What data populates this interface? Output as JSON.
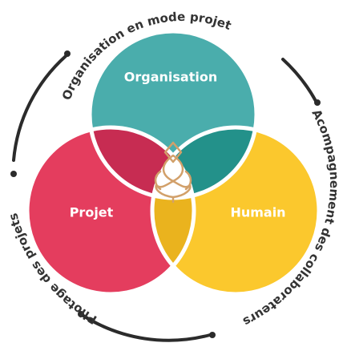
{
  "diagram": {
    "ring": {
      "top_label": "Organisation en mode projet",
      "right_label": "Acompagnement des collaborateurs",
      "left_label": "Pilotage des projets"
    },
    "circles": {
      "organisation": {
        "label": "Organisation",
        "color": "#4AADAC"
      },
      "projet": {
        "label": "Projet",
        "color": "#E43D5E"
      },
      "humain": {
        "label": "Humain",
        "color": "#FBC82D"
      }
    },
    "overlaps": {
      "organisation_projet_color": "#C72C52",
      "organisation_humain_color": "#23918A",
      "projet_humain_color": "#EAB31E"
    },
    "center_icon": {
      "name": "lotus-logo-icon",
      "color": "#D2A06A"
    },
    "ring_color": "#2B2B2B"
  }
}
